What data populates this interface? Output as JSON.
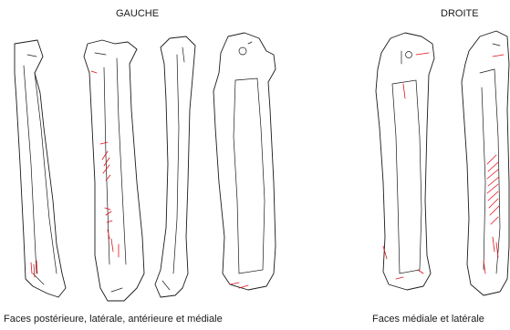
{
  "left_group": {
    "title": "GAUCHE",
    "caption": "Faces postérieure, latérale, antérieure et médiale"
  },
  "right_group": {
    "title": "DROITE",
    "caption": "Faces médiale et latérale"
  },
  "colors": {
    "outline": "#1a1a1a",
    "marks": "#e3101a"
  }
}
